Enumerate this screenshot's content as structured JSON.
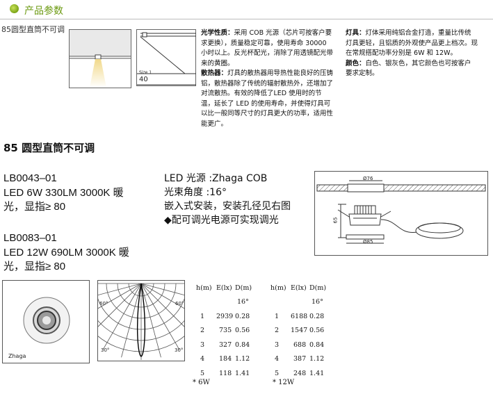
{
  "header": {
    "title": "产品参数"
  },
  "image_label": "85圆型直筒不可调",
  "section_diagram": {
    "size_label": "Size 1",
    "size_value": "40"
  },
  "specs_left": [
    {
      "label": "光学性质：",
      "text": "采用 COB 光源（芯片可按客户要求更换），质量稳定可靠，使用寿命 30000 小时以上。反光杯配光，消除了用透镜配光带来的黄圈。"
    },
    {
      "label": "散热器：",
      "text": "灯具的散热器用导热性能良好的压铸铝，散热器除了传统的辐射散热外，还增加了对流散热。有效的降低了LED 使用时的节温，延长了 LED 的使用寿命，并使得灯具可以比一般同等尺寸的灯具更大的功率，适用性能更广。"
    }
  ],
  "specs_right": [
    {
      "label": "灯具：",
      "text": "灯体采用纯铝合金打造，重量比传统灯具更轻，且铝质的外观使产品更上档次。现在常规搭配功率分别是 6W 和 12W。"
    },
    {
      "label": "颜色：",
      "text": "白色、银灰色，其它颜色也可按客户要求定制。"
    }
  ],
  "product_title": "85 圆型直筒不可调",
  "models": [
    {
      "code": "LB0043–01",
      "desc_line1": "LED 6W 330LM 3000K 暖",
      "desc_line2": "光，显指≥ 80"
    },
    {
      "code": "LB0083–01",
      "desc_line1": "LED 12W 690LM 3000K 暖",
      "desc_line2": "光，显指≥ 80"
    }
  ],
  "features": [
    "LED 光源 :Zhaga COB",
    "光束角度 :16°",
    "嵌入式安装，安装孔径见右图",
    "◆配可调光电源可实现调光"
  ],
  "dimensions": {
    "hole": "Ø76",
    "body": "Ø85",
    "height": "65"
  },
  "photo_label": "Zhaga",
  "polar_labels": {
    "a60": "60°",
    "a30": "30°"
  },
  "photometry": [
    {
      "headers": [
        "h(m)",
        "E(lx)",
        "D(m)"
      ],
      "angle": "16°",
      "rows": [
        [
          "1",
          "2939",
          "0.28"
        ],
        [
          "2",
          "735",
          "0.56"
        ],
        [
          "3",
          "327",
          "0.84"
        ],
        [
          "4",
          "184",
          "1.12"
        ],
        [
          "5",
          "118",
          "1.41"
        ]
      ],
      "footnote": "* 6W"
    },
    {
      "headers": [
        "h(m)",
        "E(lx)",
        "D(m)"
      ],
      "angle": "16°",
      "rows": [
        [
          "1",
          "6188",
          "0.28"
        ],
        [
          "2",
          "1547",
          "0.56"
        ],
        [
          "3",
          "688",
          "0.84"
        ],
        [
          "4",
          "387",
          "1.12"
        ],
        [
          "5",
          "248",
          "1.41"
        ]
      ],
      "footnote": "* 12W"
    }
  ]
}
